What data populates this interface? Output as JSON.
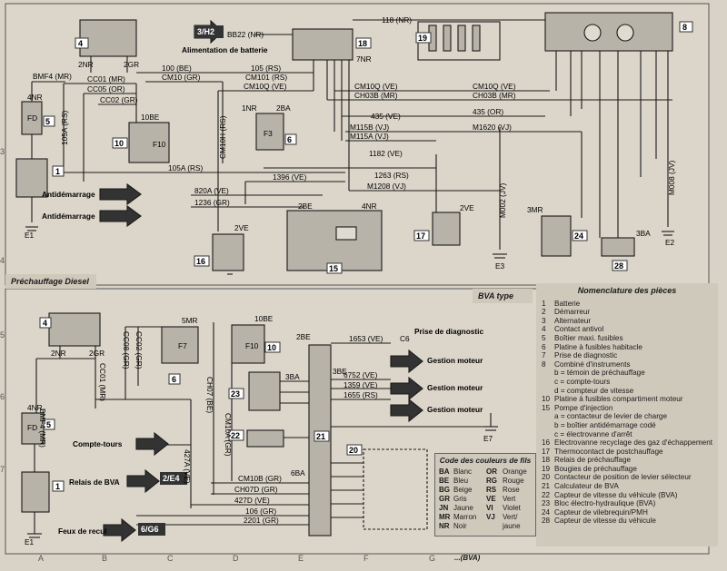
{
  "sections": {
    "top_label": "Préchauffage Diesel",
    "bottom_label": "BVA type",
    "footer_caption": "...(BVA)"
  },
  "components_top": [
    {
      "num": "4"
    },
    {
      "num": "3/H2"
    },
    {
      "num": "18"
    },
    {
      "num": "19"
    },
    {
      "num": "8"
    },
    {
      "num": "5"
    },
    {
      "num": "10"
    },
    {
      "num": "6"
    },
    {
      "num": "1"
    },
    {
      "num": "16"
    },
    {
      "num": "15"
    },
    {
      "num": "17"
    },
    {
      "num": "24"
    },
    {
      "num": "28"
    }
  ],
  "labels_top": {
    "alim": "Alimentation de batterie",
    "bb22": "BB22 (NR)",
    "w118": "118 (NR)",
    "bmf4": "BMF4 (MR)",
    "cc01": "CC01 (MR)",
    "cc05": "CC05 (OR)",
    "cc02": "CC02 (GR)",
    "w100": "100 (BE)",
    "cm10": "CM10 (GR)",
    "w105": "105 (RS)",
    "cm101": "CM101 (RS)",
    "cm10q": "CM10Q (VE)",
    "cm10q_r1": "CM10Q (VE)",
    "cm10q_r2": "CM10Q (VE)",
    "ch03b_1": "CH03B (MR)",
    "ch03b_2": "CH03B (MR)",
    "w435a": "435 (VE)",
    "w435b": "435 (OR)",
    "m115b": "M115B (VJ)",
    "m115a": "M115A (VJ)",
    "m1620": "M1620 (VJ)",
    "w1182": "1182 (VE)",
    "w105a": "105A (RS)",
    "w105a2": "105A (RS)",
    "w1263": "1263 (RS)",
    "w1396": "1396 (VE)",
    "m1208": "M1208 (VJ)",
    "w820a": "820A (VE)",
    "w1236": "1236 (GR)",
    "antidem1": "Antidémarrage",
    "antidem2": "Antidémarrage",
    "cm10h": "CM10H (RS)",
    "m002": "M002 (JV)",
    "m008": "M008 (JV)",
    "e1": "E1",
    "e2": "E2",
    "e3": "E3",
    "c2nr": "2NR",
    "c2gr": "2GR",
    "c4nr": "4NR",
    "c10be": "10BE",
    "c1nr": "1NR",
    "c2ba": "2BA",
    "c7nr": "7NR",
    "c2be": "2BE",
    "c4nr_b": "4NR",
    "c2ve": "2VE",
    "c2ve_b": "2VE",
    "c3mr": "3MR",
    "c3ba": "3BA",
    "fd": "FD",
    "f10": "F10",
    "f3": "F3"
  },
  "labels_bottom": {
    "c4": "4",
    "c2nr": "2NR",
    "c2gr": "2GR",
    "bmf4": "BMF4 (MR)",
    "cc01": "CC01 (MR)",
    "cc08": "CC08 (GR)",
    "cc02": "CC02 (GR)",
    "c5mr": "5MR",
    "c6": "6",
    "c10be": "10BE",
    "c10": "10",
    "f7": "F7",
    "f10": "F10",
    "c4nr": "4NR",
    "c5": "5",
    "fd": "FD",
    "c1": "1",
    "e1": "E1",
    "ch07": "CH07 (BE)",
    "cm10a": "CM10A (GR)",
    "w427a": "427A (VE)",
    "compte": "Compte-tours",
    "relais": "Relais de BVA",
    "relais_ref": "2/E4",
    "feux": "Feux de recul",
    "feux_ref": "6/G6",
    "cm10b": "CM10B (GR)",
    "ch07d": "CH07D (GR)",
    "w427d": "427D (VE)",
    "w106": "106 (GR)",
    "w2201": "2201 (GR)",
    "c2be": "2BE",
    "c3be": "3BE",
    "c3ba": "3BA",
    "c6ba": "6BA",
    "c23": "23",
    "c22": "22",
    "c21": "21",
    "c20": "20",
    "w1653": "1653 (VE)",
    "c6conn": "C6",
    "prise": "Prise de diagnostic",
    "w6752": "6752 (VE)",
    "w1359": "1359 (VE)",
    "w1655": "1655 (RS)",
    "gestion1": "Gestion moteur",
    "gestion2": "Gestion moteur",
    "gestion3": "Gestion moteur",
    "e7": "E7"
  },
  "legend": {
    "title": "Nomenclature des pièces",
    "items": [
      {
        "num": "1",
        "label": "Batterie"
      },
      {
        "num": "2",
        "label": "Démarreur"
      },
      {
        "num": "3",
        "label": "Alternateur"
      },
      {
        "num": "4",
        "label": "Contact antivol"
      },
      {
        "num": "5",
        "label": "Boîtier maxi. fusibles"
      },
      {
        "num": "6",
        "label": "Platine à fusibles habitacle"
      },
      {
        "num": "7",
        "label": "Prise de diagnostic"
      },
      {
        "num": "8",
        "label": "Combiné d'instruments"
      },
      {
        "num": "",
        "label": "b = témoin de préchauffage"
      },
      {
        "num": "",
        "label": "c = compte-tours"
      },
      {
        "num": "",
        "label": "d = compteur de vitesse"
      },
      {
        "num": "10",
        "label": "Platine à fusibles compartiment moteur"
      },
      {
        "num": "15",
        "label": "Pompe d'injection"
      },
      {
        "num": "",
        "label": "a = contacteur de levier de charge"
      },
      {
        "num": "",
        "label": "b = boîtier antidémarrage codé"
      },
      {
        "num": "",
        "label": "c = électrovanne d'arrêt"
      },
      {
        "num": "16",
        "label": "Electrovanne recyclage des gaz d'échappement"
      },
      {
        "num": "17",
        "label": "Thermocontact de postchauffage"
      },
      {
        "num": "18",
        "label": "Relais de préchauffage"
      },
      {
        "num": "19",
        "label": "Bougies de préchauffage"
      },
      {
        "num": "20",
        "label": "Contacteur de position de levier sélecteur"
      },
      {
        "num": "21",
        "label": "Calculateur de BVA"
      },
      {
        "num": "22",
        "label": "Capteur de vitesse du véhicule (BVA)"
      },
      {
        "num": "23",
        "label": "Bloc électro-hydraulique (BVA)"
      },
      {
        "num": "24",
        "label": "Capteur de vilebrequin/PMH"
      },
      {
        "num": "28",
        "label": "Capteur de vitesse du véhicule"
      }
    ]
  },
  "color_codes": {
    "title": "Code des couleurs de fils",
    "rows": [
      {
        "c1": "BA",
        "n1": "Blanc",
        "c2": "OR",
        "n2": "Orange"
      },
      {
        "c1": "BE",
        "n1": "Bleu",
        "c2": "RG",
        "n2": "Rouge"
      },
      {
        "c1": "BG",
        "n1": "Beige",
        "c2": "RS",
        "n2": "Rose"
      },
      {
        "c1": "GR",
        "n1": "Gris",
        "c2": "VE",
        "n2": "Vert"
      },
      {
        "c1": "JN",
        "n1": "Jaune",
        "c2": "VI",
        "n2": "Violet"
      },
      {
        "c1": "MR",
        "n1": "Marron",
        "c2": "VJ",
        "n2": "Vert/"
      },
      {
        "c1": "NR",
        "n1": "Noir",
        "c2": "",
        "n2": "jaune"
      }
    ]
  },
  "grid_letters": [
    "A",
    "B",
    "C",
    "D",
    "E",
    "F",
    "G"
  ],
  "grid_numbers": [
    "3",
    "4",
    "5",
    "6",
    "7"
  ],
  "colors": {
    "paper": "#d9d3c7",
    "panel": "#cfc9bc",
    "wire": "#1a1a1a",
    "component": "#b8b3a8"
  }
}
